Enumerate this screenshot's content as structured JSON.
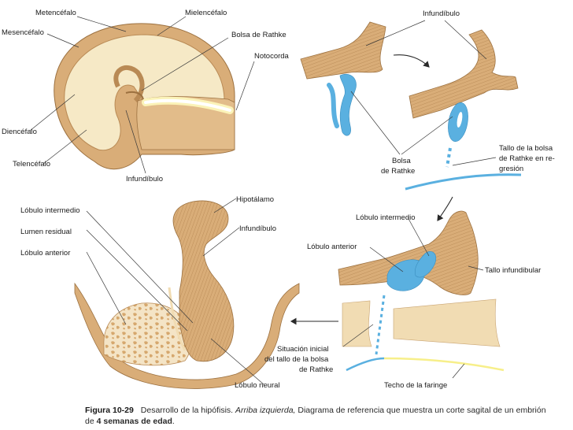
{
  "colors": {
    "tissue": "#d9ad78",
    "tissue_dark": "#b98a55",
    "tissue_light": "#f1dcb3",
    "rathke_blue": "#5ab0e0",
    "notochord": "#fbf3b8",
    "pharynx_yellow": "#f7ef8a",
    "line": "#3a3a3a"
  },
  "labels": {
    "metencefalo": "Metencéfalo",
    "mielencefalo": "Mielencéfalo",
    "mesencefalo": "Mesencéfalo",
    "bolsa_rathke_1": "Bolsa de Rathke",
    "notocorda": "Notocorda",
    "diencefalo": "Diencéfalo",
    "telencefalo": "Telencéfalo",
    "infundibulo_1": "Infundíbulo",
    "infundibulo_2": "Infundíbulo",
    "bolsa_rathke_2a": "Bolsa",
    "bolsa_rathke_2b": "de Rathke",
    "tallo_bolsa_a": "Tallo de la bolsa",
    "tallo_bolsa_b": "de Rathke en re-",
    "tallo_bolsa_c": "gresión",
    "hipotalamo": "Hipotálamo",
    "infundibulo_3": "Infundíbulo",
    "lobulo_intermedio_1": "Lóbulo intermedio",
    "lumen_residual": "Lumen residual",
    "lobulo_anterior_1": "Lóbulo anterior",
    "lobulo_neural": "Lóbulo neural",
    "lobulo_intermedio_2": "Lóbulo intermedio",
    "lobulo_anterior_2": "Lóbulo anterior",
    "tallo_infundibular": "Tallo infundibular",
    "situacion_a": "Situación inicial",
    "situacion_b": "del tallo de la bolsa",
    "situacion_c": "de Rathke",
    "techo_faringe": "Techo de la faringe"
  },
  "caption": {
    "figure": "Figura 10-29",
    "text_1": "Desarrollo de la hipófisis.",
    "italic_1": "Arriba izquierda,",
    "text_2": "Diagrama de referencia que muestra un corte sagital de un embrión de",
    "bold_1": "4 semanas de edad",
    "text_3": "."
  }
}
